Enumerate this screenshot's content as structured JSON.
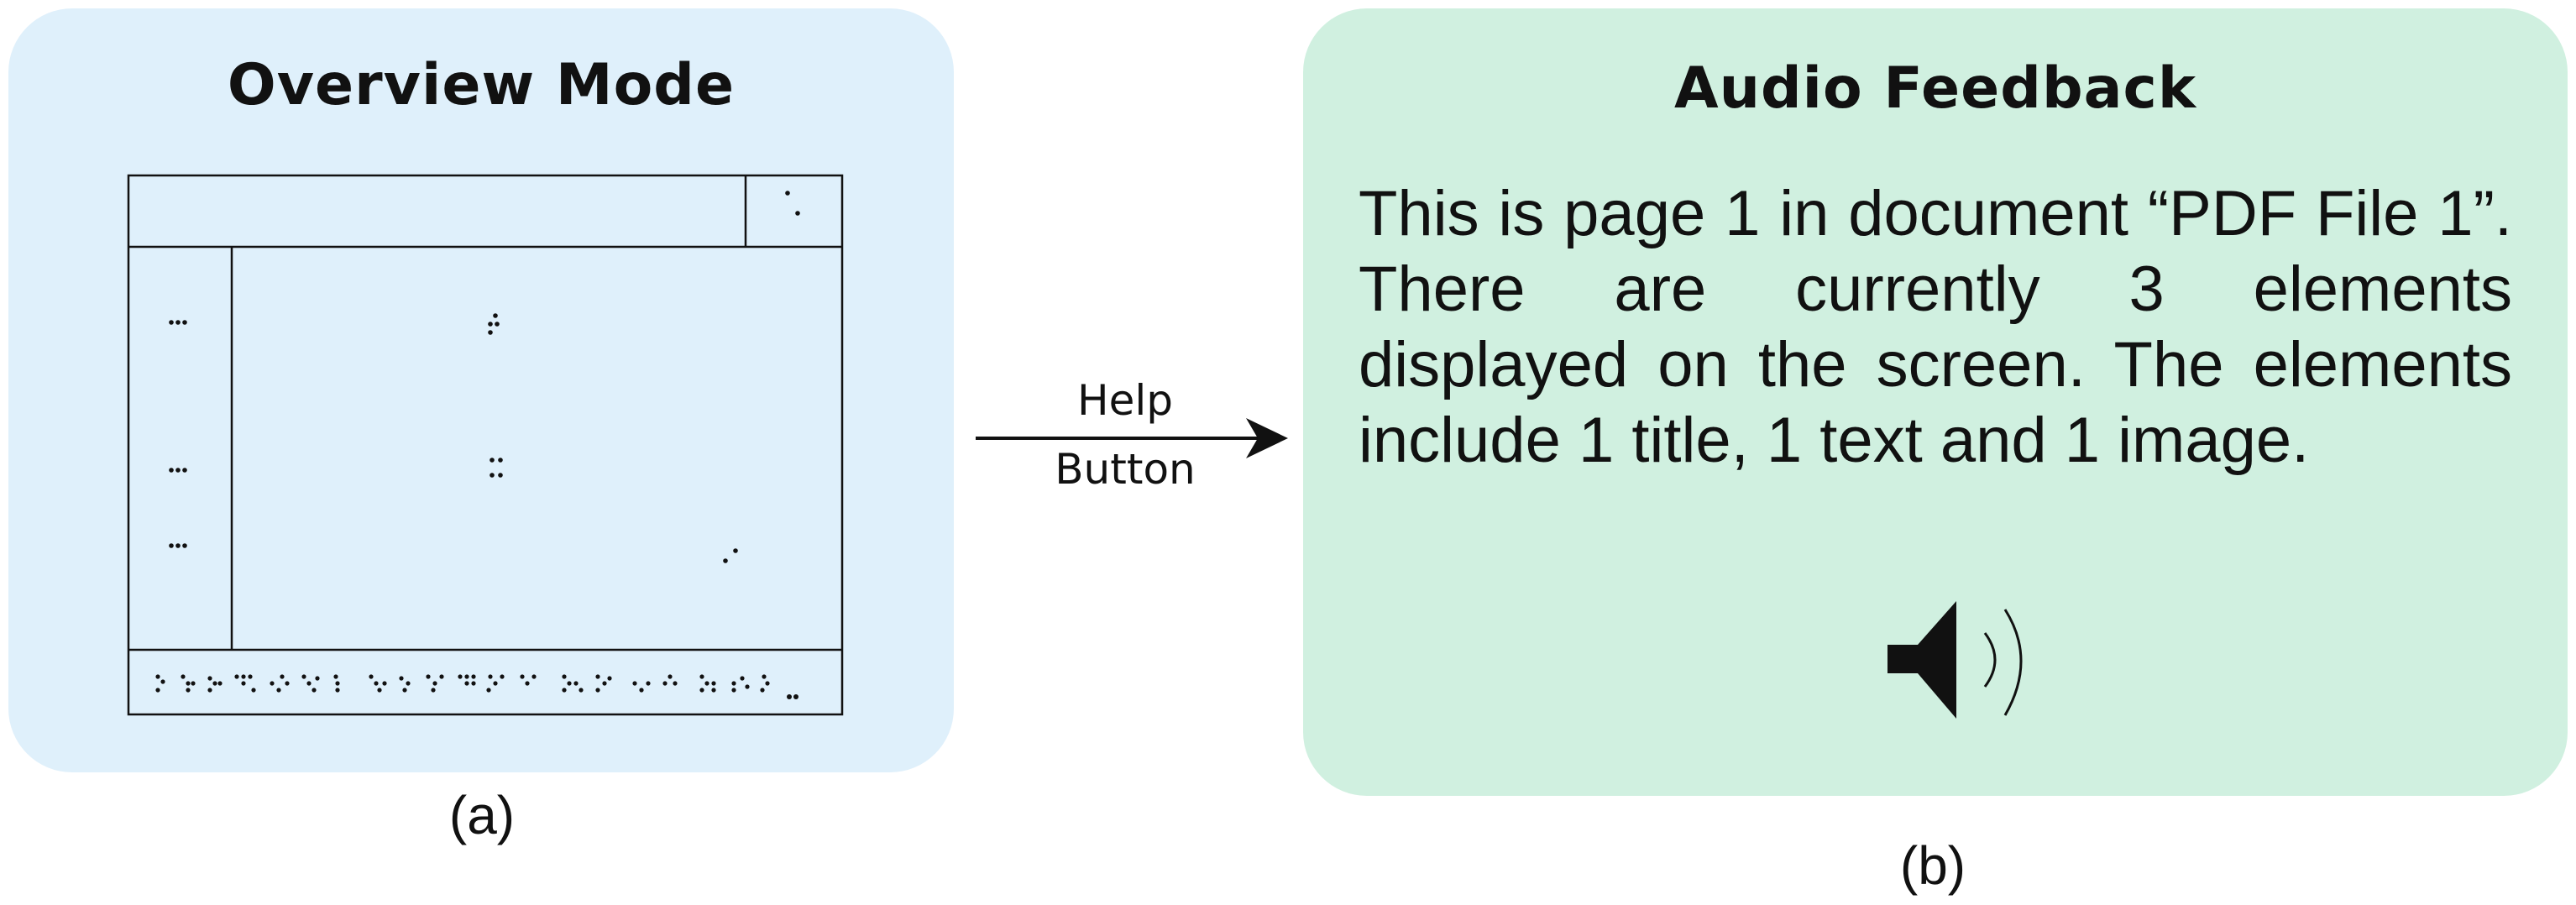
{
  "panel_a": {
    "title": "Overview Mode",
    "caption": "(a)"
  },
  "connector": {
    "label_line1": "Help",
    "label_line2": "Button"
  },
  "panel_b": {
    "title": "Audio Feedback",
    "text": "This is page 1 in document “PDF File 1”. There are currently 3 elements displayed on the screen. The elements include 1 title, 1 text and 1 image.",
    "icon": "speaker-icon",
    "caption": "(b)"
  },
  "colors": {
    "panel_a_bg": "#dff0fb",
    "panel_b_bg": "#d0f0e0",
    "line": "#111111"
  }
}
